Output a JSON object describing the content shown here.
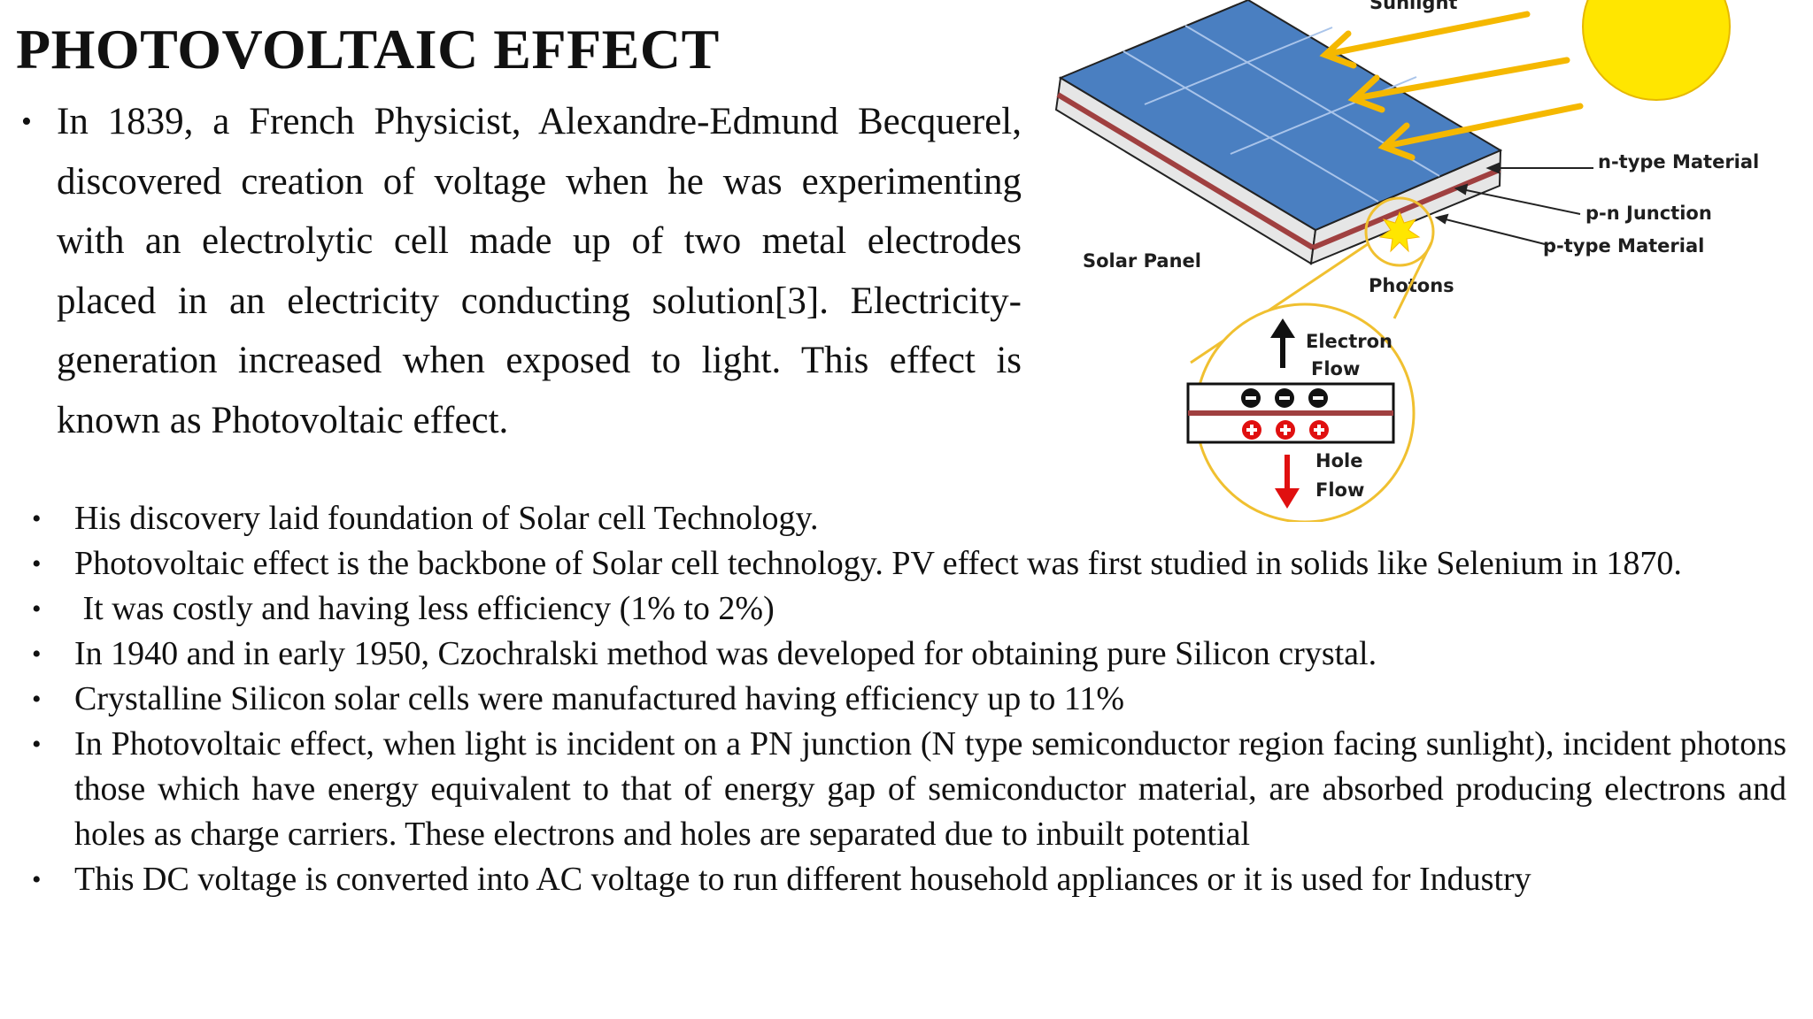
{
  "title": "PHOTOVOLTAIC EFFECT",
  "intro": {
    "bullet": "•",
    "text": "In 1839, a French Physicist, Alexandre-Edmund Becquerel, discovered creation of voltage when he was experimenting with an electrolytic cell made up of two metal electrodes placed in an electricity conducting solution[3]. Electricity-generation increased when exposed to light. This effect is known as Photovoltaic effect."
  },
  "bullets": [
    "His discovery laid foundation of Solar cell Technology.",
    "Photovoltaic effect is the backbone of Solar cell technology. PV effect was first studied in solids like Selenium in 1870.",
    " It was costly and having less efficiency (1% to 2%)",
    "In 1940 and in early 1950, Czochralski method was developed for obtaining pure Silicon crystal.",
    "Crystalline Silicon solar cells were manufactured having efficiency up to 11%",
    "In Photovoltaic effect, when light is incident on a PN junction (N type semiconductor region facing sunlight), incident photons those which have energy equivalent to that of energy gap of semiconductor material, are absorbed producing electrons and holes as charge carriers. These electrons and holes are separated due to inbuilt potential",
    "This DC voltage is converted into AC voltage to run different household appliances or it is used for Industry"
  ],
  "diagram": {
    "sunlight_label": "Sunlight",
    "solar_panel_label": "Solar Panel",
    "n_type_label": "n-type Material",
    "pn_junction_label": "p-n Junction",
    "p_type_label": "p-type Material",
    "photons_label": "Photons",
    "electron_flow_label": [
      "Electron",
      "Flow"
    ],
    "hole_flow_label": [
      "Hole",
      "Flow"
    ],
    "colors": {
      "panel": "#4a7fc1",
      "junction": "#a04040",
      "sun": "#ffe600",
      "sunlight_arrows": "#f5b800",
      "hole_arrow": "#e01010"
    }
  }
}
